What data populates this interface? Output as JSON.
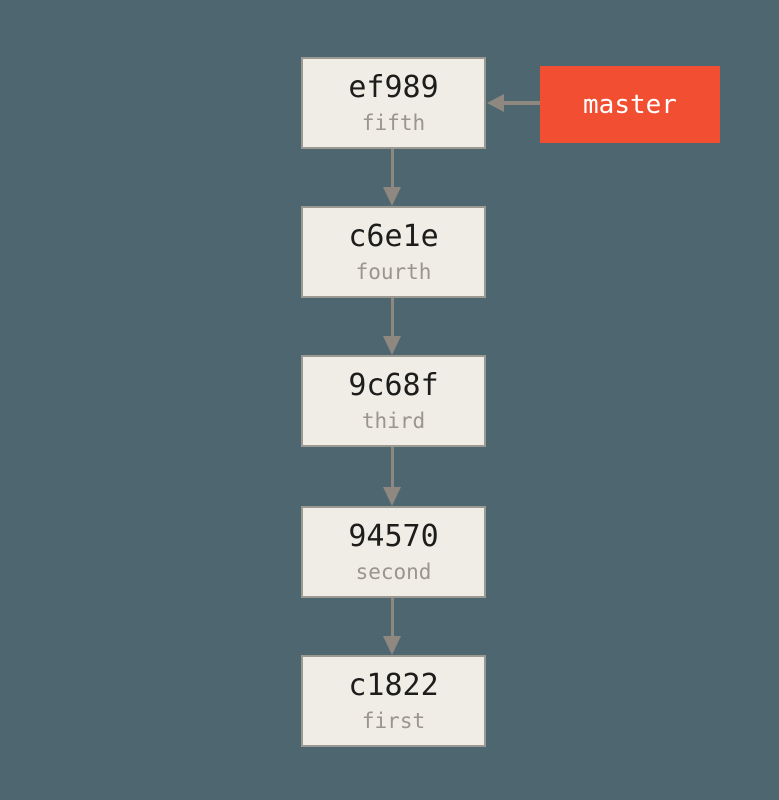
{
  "diagram": {
    "type": "git-commit-history",
    "colors": {
      "bg": "#4d6670",
      "box-fill": "#efede6",
      "box-border": "#9a9a93",
      "hash-color": "#1d1d1b",
      "label-color": "#9b958d",
      "branch-fill": "#f14e32",
      "branch-text": "#ffffff",
      "arrow-color": "#8e8880"
    },
    "commits": [
      {
        "hash": "ef989",
        "label": "fifth"
      },
      {
        "hash": "c6e1e",
        "label": "fourth"
      },
      {
        "hash": "9c68f",
        "label": "third"
      },
      {
        "hash": "94570",
        "label": "second"
      },
      {
        "hash": "c1822",
        "label": "first"
      }
    ],
    "branch": {
      "name": "master",
      "points_to": "ef989"
    }
  }
}
